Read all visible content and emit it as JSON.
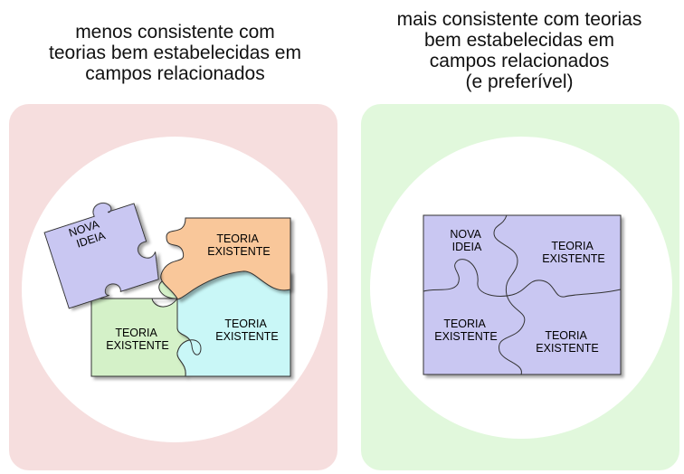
{
  "left_panel": {
    "caption_lines": [
      "menos consistente com",
      "teorias bem estabelecidas em",
      "campos relacionados"
    ],
    "colors": {
      "background": "#f6dede",
      "new_idea": "#c9c7f2",
      "top_right": "#f9c79a",
      "bottom_right": "#c9f7f7",
      "bottom_left": "#d4f1c8"
    },
    "pieces": {
      "new_idea": [
        "NOVA",
        "IDEIA"
      ],
      "top_right": [
        "TEORIA",
        "EXISTENTE"
      ],
      "bottom_left": [
        "TEORIA",
        "EXISTENTE"
      ],
      "bottom_right": [
        "TEORIA",
        "EXISTENTE"
      ]
    }
  },
  "right_panel": {
    "caption_lines": [
      "mais consistente com teorias",
      "bem estabelecidas em",
      "campos relacionados",
      "(e preferível)"
    ],
    "colors": {
      "background": "#e1f8dc",
      "pieces": "#c9c7f2"
    },
    "pieces": {
      "top_left": [
        "NOVA",
        "IDEIA"
      ],
      "top_right": [
        "TEORIA",
        "EXISTENTE"
      ],
      "bottom_left": [
        "TEORIA",
        "EXISTENTE"
      ],
      "bottom_right": [
        "TEORIA",
        "EXISTENTE"
      ]
    }
  }
}
